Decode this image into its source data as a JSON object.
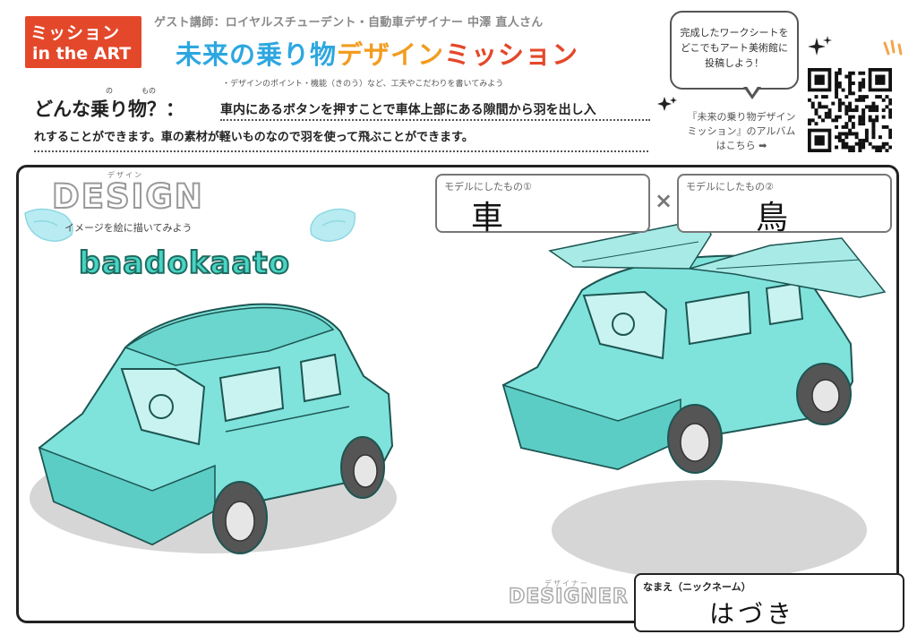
{
  "logo": {
    "line1": "ミッション",
    "line2": "in the ART"
  },
  "header": {
    "guest": "ゲスト講師：ロイヤルスチューデント・自動車デザイナー 中澤 直人さん",
    "title_a": "未来の乗り物",
    "title_b": "デザイン",
    "title_c": "ミッション",
    "guide": "・デザインのポイント・機能（きのう）など、工夫やこだわりを書いてみよう"
  },
  "bubble": {
    "line1": "完成したワークシートを",
    "line2": "どこでもアート美術館に",
    "line3": "投稿しよう！"
  },
  "album": {
    "line1": "『未来の乗り物デザイン",
    "line2": "ミッション』のアルバム",
    "line3": "はこちら ➡"
  },
  "question": {
    "label": "どんな乗り物？：",
    "ruby_no": "の",
    "ruby_mono": "もの",
    "answer_line1": "車内にあるボタンを押すことで車体上部にある隙間から羽を出し入",
    "answer_line2": "れすることができます。車の素材が軽いものなので羽を使って飛ぶことができます。"
  },
  "design": {
    "ruby": "デザイン",
    "word": "DESIGN",
    "subtitle": "イメージを絵に描いてみよう",
    "vehicle_name": "baadokaato"
  },
  "models": [
    {
      "label": "モデルにしたもの①",
      "value": "車"
    },
    {
      "label": "モデルにしたもの②",
      "value": "鳥"
    }
  ],
  "times_sign": "×",
  "designer": {
    "ruby": "デザイナー",
    "word": "DESIGNER"
  },
  "name": {
    "label": "なまえ（ニックネーム）",
    "value": "はづき"
  },
  "colors": {
    "car_body": "#7fe3dc",
    "car_dark": "#5ccdc5",
    "wing": "#a8ebe6",
    "shadow": "#d6d6d6",
    "logo_red": "#e4482a"
  }
}
